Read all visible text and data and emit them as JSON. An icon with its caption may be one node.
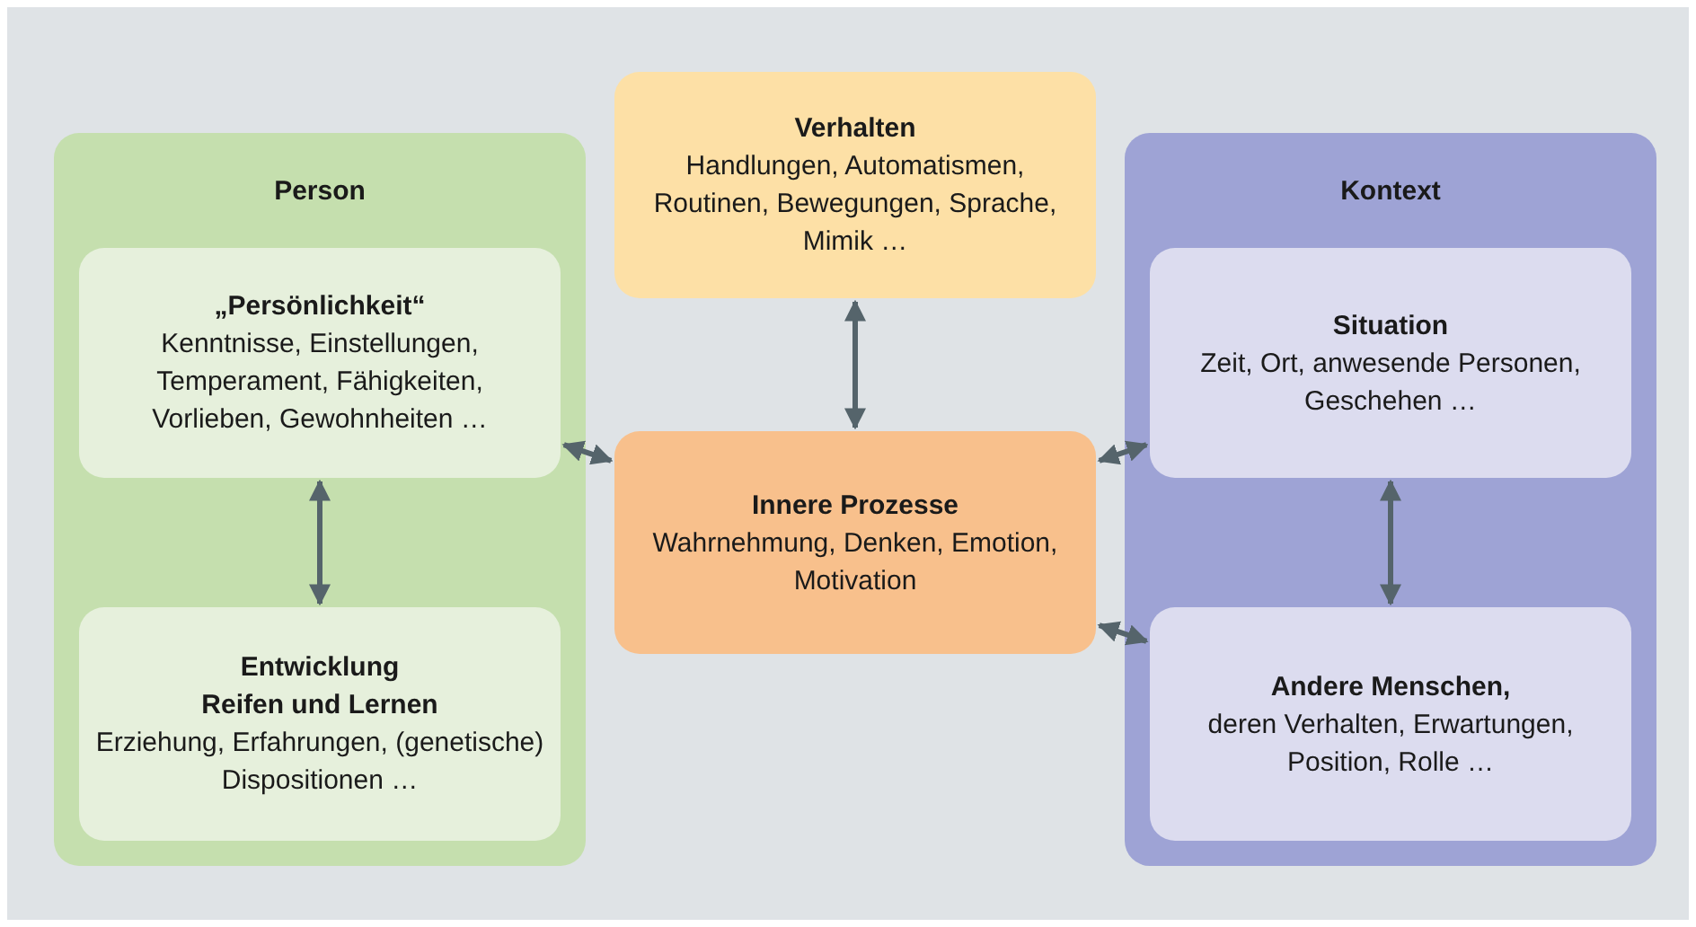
{
  "diagram": {
    "nodes": [
      {
        "text": [
          "Person"
        ]
      },
      {
        "text": [
          "„Persönlichkeit“",
          "Kenntnisse, Einstellungen, Temperament, Fähigkeiten, Vorlieben, Gewohnheiten …"
        ],
        "in": 0
      },
      {
        "text": [
          "Entwicklung",
          "Reifen und Lernen",
          "Erziehung, Erfahrungen, (genetische) Dispositionen …"
        ],
        "in": 0
      },
      {
        "text": [
          "Verhalten",
          "Handlungen, Automatismen, Routinen, Bewegungen, Sprache, Mimik …"
        ]
      },
      {
        "text": [
          "Innere Prozesse",
          "Wahrnehmung, Denken, Emotion, Motivation"
        ]
      },
      {
        "text": [
          "Kontext"
        ]
      },
      {
        "text": [
          "Situation",
          "Zeit, Ort, anwesende Personen, Geschehen …"
        ],
        "in": 5
      },
      {
        "text": [
          "Andere Menschen,",
          "deren Verhalten, Erwartungen, Position, Rolle …"
        ],
        "in": 5
      }
    ],
    "edges": [
      {
        "from": 1,
        "to": 2,
        "arrow": "both"
      },
      {
        "from": 3,
        "to": 4,
        "arrow": "both"
      },
      {
        "from": 1,
        "to": 4,
        "arrow": "both"
      },
      {
        "from": 4,
        "to": 6,
        "arrow": "both"
      },
      {
        "from": 4,
        "to": 7,
        "arrow": "both"
      },
      {
        "from": 6,
        "to": 7,
        "arrow": "both"
      }
    ]
  }
}
